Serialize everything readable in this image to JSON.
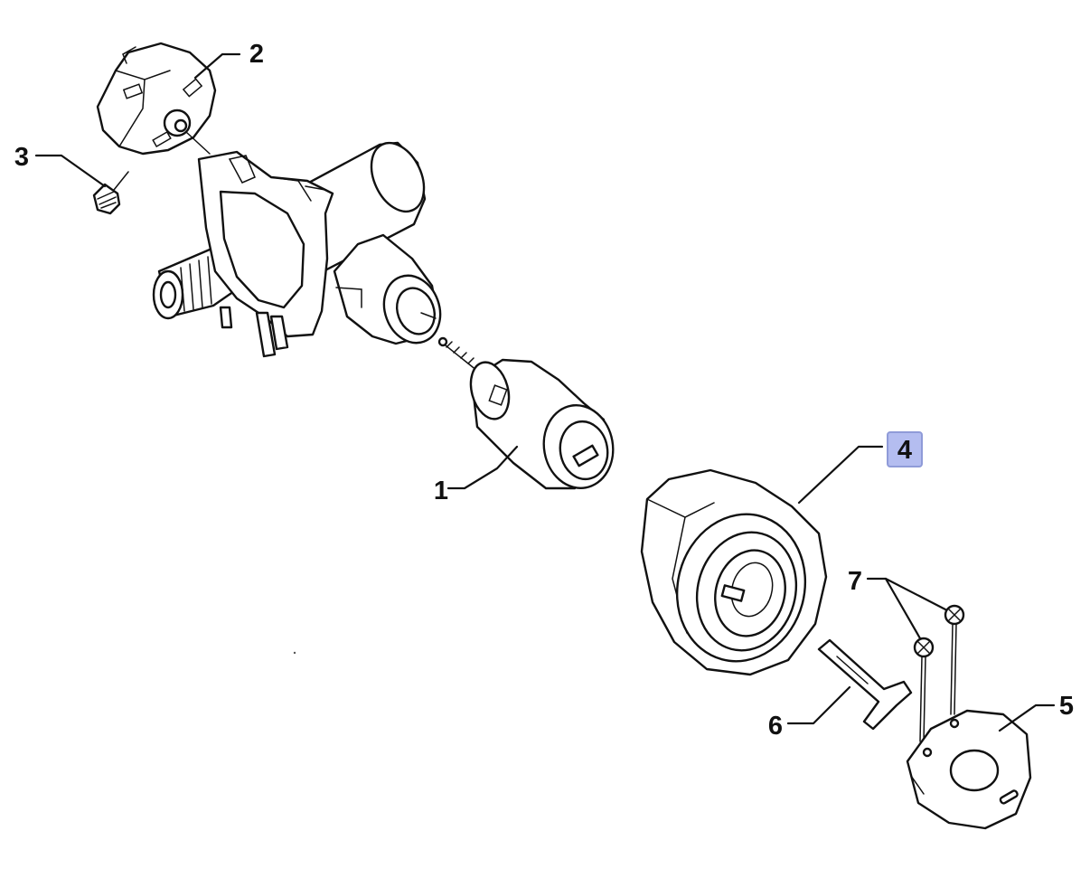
{
  "callouts": [
    {
      "id": "1",
      "label": "1"
    },
    {
      "id": "2",
      "label": "2"
    },
    {
      "id": "3",
      "label": "3"
    },
    {
      "id": "4",
      "label": "4",
      "highlighted": true
    },
    {
      "id": "5",
      "label": "5"
    },
    {
      "id": "6",
      "label": "6"
    },
    {
      "id": "7",
      "label": "7"
    }
  ],
  "colors": {
    "line": "#111111",
    "highlight_fill": "#b4bdf0",
    "highlight_stroke": "#8f9bd8"
  }
}
